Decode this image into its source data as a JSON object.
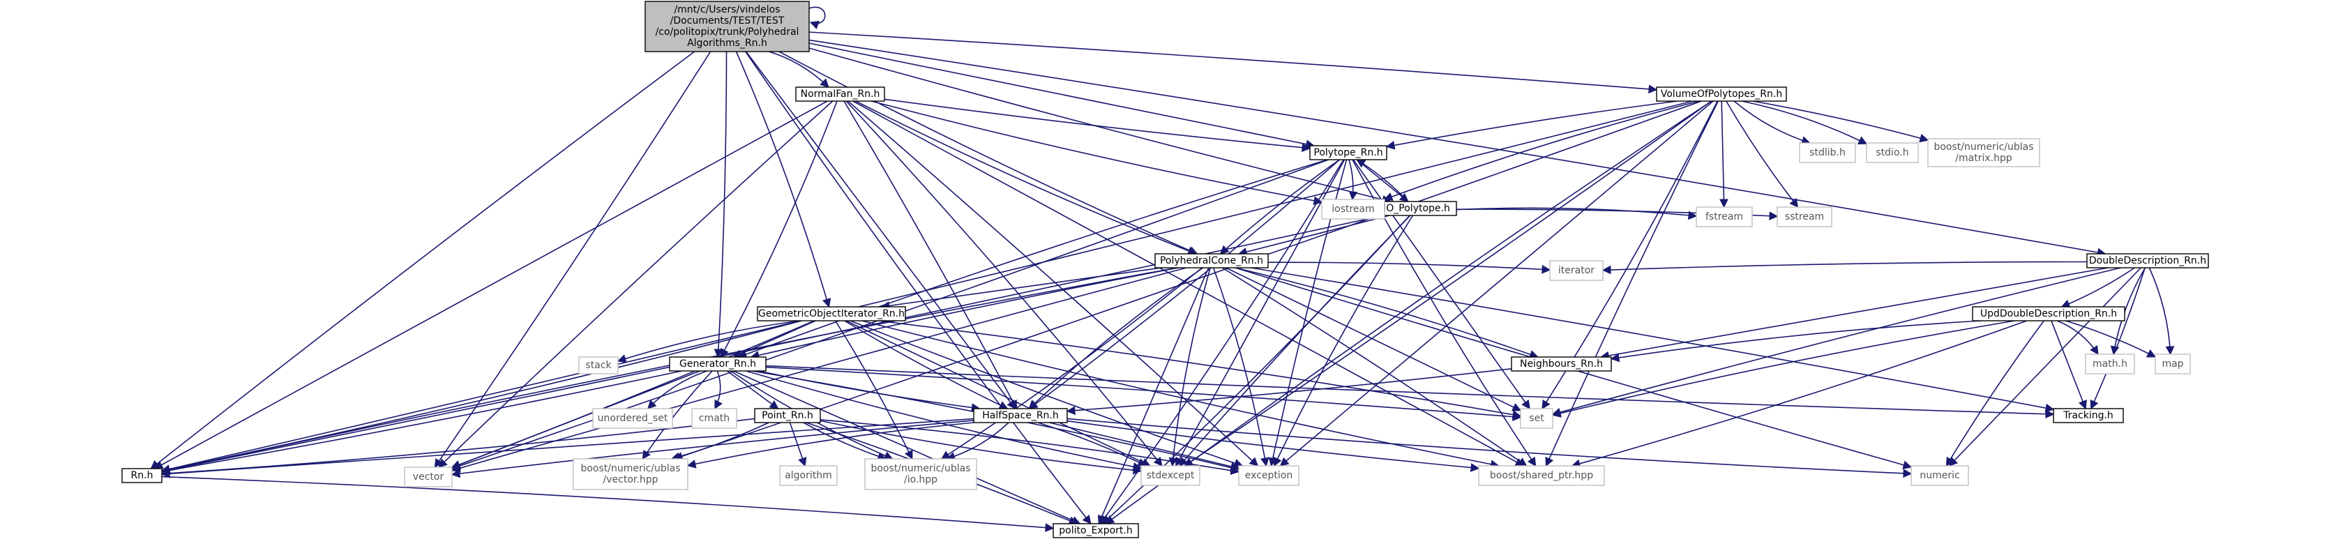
{
  "colors": {
    "edge": "#191970",
    "root_fill": "#bfbfbf",
    "root_stroke": "#000000",
    "local_fill": "#ffffff",
    "local_stroke": "#000000",
    "system_fill": "#ffffff",
    "system_stroke": "#bfbfbf",
    "system_text": "#555555"
  },
  "nodes": [
    {
      "id": "root",
      "kind": "root",
      "lines": [
        "/mnt/c/Users/vindelos",
        "/Documents/TEST/TEST",
        "/co/politopix/trunk/Polyhedral",
        "Algorithms_Rn.h"
      ]
    },
    {
      "id": "normalfan",
      "kind": "local",
      "lines": [
        "NormalFan_Rn.h"
      ]
    },
    {
      "id": "volume",
      "kind": "local",
      "lines": [
        "VolumeOfPolytopes_Rn.h"
      ]
    },
    {
      "id": "polytope",
      "kind": "local",
      "lines": [
        "Polytope_Rn.h"
      ]
    },
    {
      "id": "iopolytope",
      "kind": "local",
      "lines": [
        "IO_Polytope.h"
      ]
    },
    {
      "id": "polycone",
      "kind": "local",
      "lines": [
        "PolyhedralCone_Rn.h"
      ]
    },
    {
      "id": "geoiter",
      "kind": "local",
      "lines": [
        "GeometricObjectIterator_Rn.h"
      ]
    },
    {
      "id": "generator",
      "kind": "local",
      "lines": [
        "Generator_Rn.h"
      ]
    },
    {
      "id": "point",
      "kind": "local",
      "lines": [
        "Point_Rn.h"
      ]
    },
    {
      "id": "halfspace",
      "kind": "local",
      "lines": [
        "HalfSpace_Rn.h"
      ]
    },
    {
      "id": "rn",
      "kind": "local",
      "lines": [
        "Rn.h"
      ]
    },
    {
      "id": "export",
      "kind": "local",
      "lines": [
        "polito_Export.h"
      ]
    },
    {
      "id": "doubledesc",
      "kind": "local",
      "lines": [
        "DoubleDescription_Rn.h"
      ]
    },
    {
      "id": "upddouble",
      "kind": "local",
      "lines": [
        "UpdDoubleDescription_Rn.h"
      ]
    },
    {
      "id": "neighbours",
      "kind": "local",
      "lines": [
        "Neighbours_Rn.h"
      ]
    },
    {
      "id": "tracking",
      "kind": "local",
      "lines": [
        "Tracking.h"
      ]
    },
    {
      "id": "stdlib",
      "kind": "system",
      "lines": [
        "stdlib.h"
      ]
    },
    {
      "id": "stdio",
      "kind": "system",
      "lines": [
        "stdio.h"
      ]
    },
    {
      "id": "matrixhpp",
      "kind": "system",
      "lines": [
        "boost/numeric/ublas",
        "/matrix.hpp"
      ]
    },
    {
      "id": "iostream",
      "kind": "system",
      "lines": [
        "iostream"
      ]
    },
    {
      "id": "fstream",
      "kind": "system",
      "lines": [
        "fstream"
      ]
    },
    {
      "id": "sstream",
      "kind": "system",
      "lines": [
        "sstream"
      ]
    },
    {
      "id": "iterator",
      "kind": "system",
      "lines": [
        "iterator"
      ]
    },
    {
      "id": "stack",
      "kind": "system",
      "lines": [
        "stack"
      ]
    },
    {
      "id": "unorderedset",
      "kind": "system",
      "lines": [
        "unordered_set"
      ]
    },
    {
      "id": "cmath",
      "kind": "system",
      "lines": [
        "cmath"
      ]
    },
    {
      "id": "set",
      "kind": "system",
      "lines": [
        "set"
      ]
    },
    {
      "id": "mathh",
      "kind": "system",
      "lines": [
        "math.h"
      ]
    },
    {
      "id": "map",
      "kind": "system",
      "lines": [
        "map"
      ]
    },
    {
      "id": "vector",
      "kind": "system",
      "lines": [
        "vector"
      ]
    },
    {
      "id": "vectorhpp",
      "kind": "system",
      "lines": [
        "boost/numeric/ublas",
        "/vector.hpp"
      ]
    },
    {
      "id": "algorithm",
      "kind": "system",
      "lines": [
        "algorithm"
      ]
    },
    {
      "id": "iohpp",
      "kind": "system",
      "lines": [
        "boost/numeric/ublas",
        "/io.hpp"
      ]
    },
    {
      "id": "stdexcept",
      "kind": "system",
      "lines": [
        "stdexcept"
      ]
    },
    {
      "id": "exception",
      "kind": "system",
      "lines": [
        "exception"
      ]
    },
    {
      "id": "sharedptr",
      "kind": "system",
      "lines": [
        "boost/shared_ptr.hpp"
      ]
    },
    {
      "id": "numeric",
      "kind": "system",
      "lines": [
        "numeric"
      ]
    }
  ],
  "edges": [
    [
      "root",
      "normalfan"
    ],
    [
      "root",
      "volume"
    ],
    [
      "root",
      "polytope"
    ],
    [
      "root",
      "iopolytope"
    ],
    [
      "root",
      "polycone"
    ],
    [
      "root",
      "geoiter"
    ],
    [
      "root",
      "generator"
    ],
    [
      "root",
      "halfspace"
    ],
    [
      "root",
      "rn"
    ],
    [
      "root",
      "export"
    ],
    [
      "root",
      "doubledesc"
    ],
    [
      "root",
      "vector"
    ],
    [
      "root",
      "root"
    ],
    [
      "normalfan",
      "polytope"
    ],
    [
      "normalfan",
      "polycone"
    ],
    [
      "normalfan",
      "generator"
    ],
    [
      "normalfan",
      "halfspace"
    ],
    [
      "normalfan",
      "rn"
    ],
    [
      "normalfan",
      "vector"
    ],
    [
      "normalfan",
      "iostream"
    ],
    [
      "normalfan",
      "stdexcept"
    ],
    [
      "normalfan",
      "exception"
    ],
    [
      "normalfan",
      "sharedptr"
    ],
    [
      "volume",
      "polytope"
    ],
    [
      "volume",
      "stdlib"
    ],
    [
      "volume",
      "stdio"
    ],
    [
      "volume",
      "matrixhpp"
    ],
    [
      "volume",
      "fstream"
    ],
    [
      "volume",
      "sstream"
    ],
    [
      "volume",
      "iostream"
    ],
    [
      "volume",
      "set"
    ],
    [
      "volume",
      "stdexcept"
    ],
    [
      "volume",
      "exception"
    ],
    [
      "volume",
      "sharedptr"
    ],
    [
      "volume",
      "export"
    ],
    [
      "volume",
      "rn"
    ],
    [
      "volume",
      "vectorhpp"
    ],
    [
      "polytope",
      "iopolytope"
    ],
    [
      "polytope",
      "polycone"
    ],
    [
      "polytope",
      "generator"
    ],
    [
      "polytope",
      "halfspace"
    ],
    [
      "polytope",
      "iostream"
    ],
    [
      "polytope",
      "stdexcept"
    ],
    [
      "polytope",
      "exception"
    ],
    [
      "polytope",
      "sharedptr"
    ],
    [
      "polytope",
      "export"
    ],
    [
      "polytope",
      "vector"
    ],
    [
      "polytope",
      "set"
    ],
    [
      "iopolytope",
      "polytope"
    ],
    [
      "iopolytope",
      "iostream"
    ],
    [
      "iopolytope",
      "fstream"
    ],
    [
      "iopolytope",
      "sstream"
    ],
    [
      "iopolytope",
      "polycone"
    ],
    [
      "iopolytope",
      "stdexcept"
    ],
    [
      "iopolytope",
      "exception"
    ],
    [
      "iopolytope",
      "export"
    ],
    [
      "iopolytope",
      "rn"
    ],
    [
      "polycone",
      "geoiter"
    ],
    [
      "polycone",
      "generator"
    ],
    [
      "polycone",
      "halfspace"
    ],
    [
      "polycone",
      "neighbours"
    ],
    [
      "polycone",
      "iterator"
    ],
    [
      "polycone",
      "set"
    ],
    [
      "polycone",
      "numeric"
    ],
    [
      "polycone",
      "stdexcept"
    ],
    [
      "polycone",
      "exception"
    ],
    [
      "polycone",
      "sharedptr"
    ],
    [
      "polycone",
      "export"
    ],
    [
      "polycone",
      "vector"
    ],
    [
      "polycone",
      "rn"
    ],
    [
      "polycone",
      "iohpp"
    ],
    [
      "polycone",
      "tracking"
    ],
    [
      "geoiter",
      "generator"
    ],
    [
      "geoiter",
      "halfspace"
    ],
    [
      "geoiter",
      "stack"
    ],
    [
      "geoiter",
      "set"
    ],
    [
      "geoiter",
      "vector"
    ],
    [
      "geoiter",
      "stdexcept"
    ],
    [
      "geoiter",
      "exception"
    ],
    [
      "geoiter",
      "sharedptr"
    ],
    [
      "geoiter",
      "rn"
    ],
    [
      "geoiter",
      "iohpp"
    ],
    [
      "generator",
      "point"
    ],
    [
      "generator",
      "halfspace"
    ],
    [
      "generator",
      "unorderedset"
    ],
    [
      "generator",
      "cmath"
    ],
    [
      "generator",
      "set"
    ],
    [
      "generator",
      "vector"
    ],
    [
      "generator",
      "vectorhpp"
    ],
    [
      "generator",
      "stdexcept"
    ],
    [
      "generator",
      "exception"
    ],
    [
      "generator",
      "rn"
    ],
    [
      "generator",
      "export"
    ],
    [
      "generator",
      "tracking"
    ],
    [
      "generator",
      "iohpp"
    ],
    [
      "point",
      "rn"
    ],
    [
      "point",
      "vectorhpp"
    ],
    [
      "point",
      "algorithm"
    ],
    [
      "point",
      "iohpp"
    ],
    [
      "point",
      "stdexcept"
    ],
    [
      "point",
      "exception"
    ],
    [
      "point",
      "export"
    ],
    [
      "halfspace",
      "rn"
    ],
    [
      "halfspace",
      "vector"
    ],
    [
      "halfspace",
      "vectorhpp"
    ],
    [
      "halfspace",
      "iohpp"
    ],
    [
      "halfspace",
      "stdexcept"
    ],
    [
      "halfspace",
      "exception"
    ],
    [
      "halfspace",
      "sharedptr"
    ],
    [
      "halfspace",
      "numeric"
    ],
    [
      "rn",
      "export"
    ],
    [
      "doubledesc",
      "upddouble"
    ],
    [
      "doubledesc",
      "neighbours"
    ],
    [
      "doubledesc",
      "iterator"
    ],
    [
      "doubledesc",
      "mathh"
    ],
    [
      "doubledesc",
      "map"
    ],
    [
      "doubledesc",
      "tracking"
    ],
    [
      "doubledesc",
      "numeric"
    ],
    [
      "doubledesc",
      "set"
    ],
    [
      "upddouble",
      "neighbours"
    ],
    [
      "upddouble",
      "mathh"
    ],
    [
      "upddouble",
      "map"
    ],
    [
      "upddouble",
      "tracking"
    ],
    [
      "upddouble",
      "numeric"
    ],
    [
      "upddouble",
      "set"
    ],
    [
      "upddouble",
      "sharedptr"
    ],
    [
      "neighbours",
      "halfspace"
    ]
  ]
}
